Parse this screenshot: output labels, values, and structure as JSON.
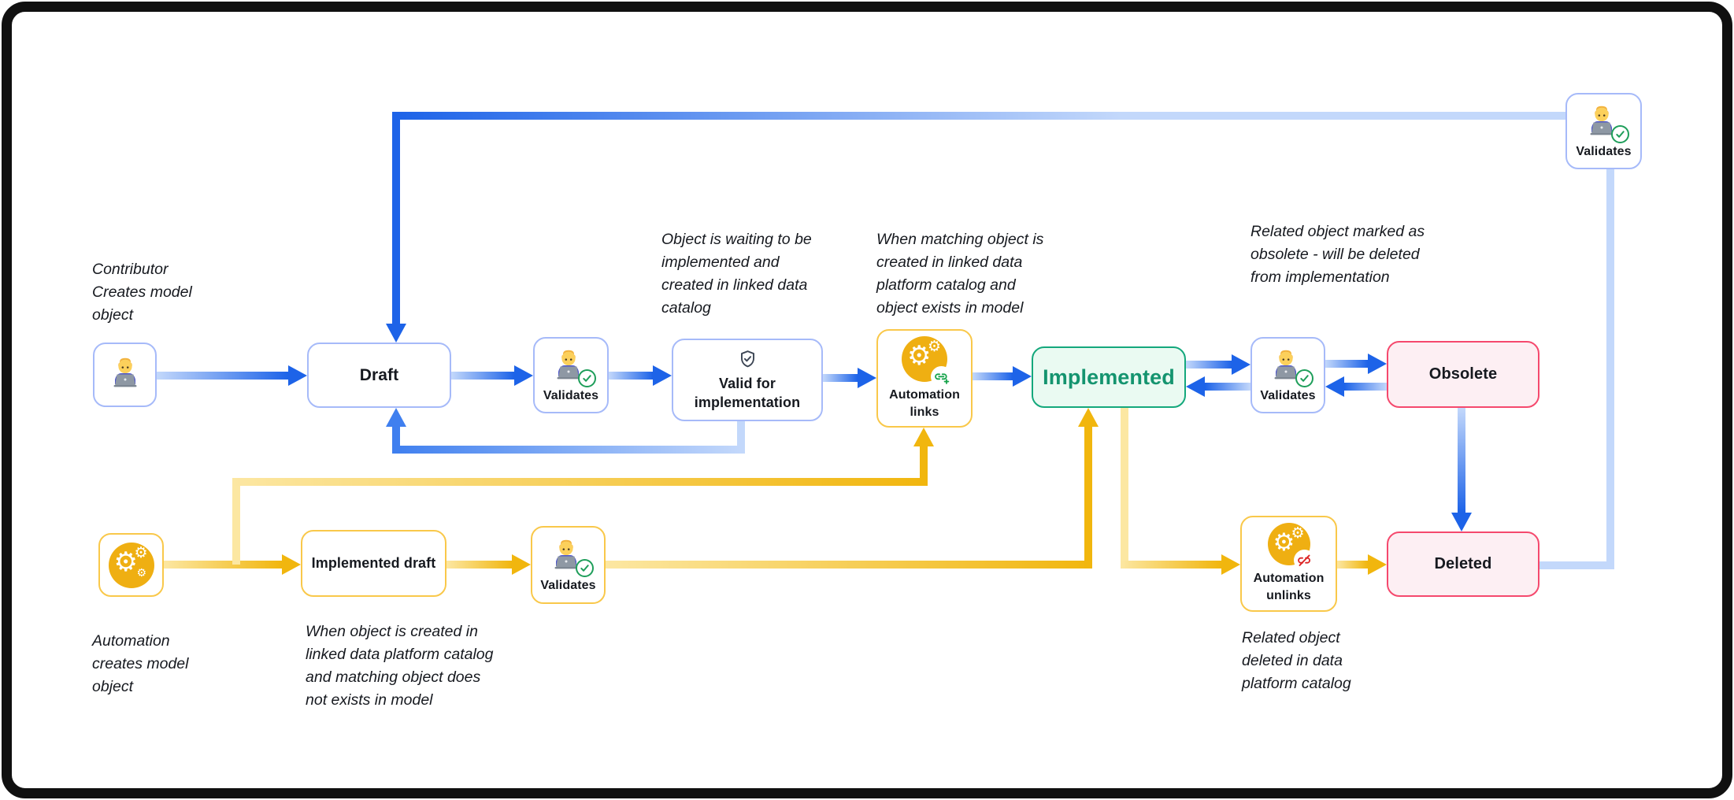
{
  "nodes": {
    "draft": "Draft",
    "validates": "Validates",
    "valid_for_implementation": "Valid for\nimplementation",
    "automation_links": "Automation\nlinks",
    "implemented": "Implemented",
    "obsolete": "Obsolete",
    "deleted": "Deleted",
    "implemented_draft": "Implemented draft",
    "automation_unlinks": "Automation\nunlinks"
  },
  "annotations": {
    "contributor_creates": "Contributor\nCreates model\nobject",
    "object_waiting": "Object is waiting to be\nimplemented and\ncreated in linked data\ncatalog",
    "when_matching": "When matching object is\ncreated in linked data\nplatform catalog  and\nobject exists in model",
    "related_marked": "Related object marked as\nobsolete - will be deleted\nfrom implementation",
    "automation_creates": "Automation\ncreates model\nobject",
    "when_object_created": "When object is created in\nlinked data platform catalog\n and matching object does\nnot exists in model",
    "related_deleted": "Related object\ndeleted in data\nplatform catalog"
  },
  "icons": {
    "contributor": "person-technologist-icon",
    "validates": "person-check-icon",
    "valid_for_implementation": "shield-check-icon",
    "automation_links": "gears-link-plus-icon",
    "automation_unlinks": "gears-link-slash-icon",
    "automation": "gears-icon"
  },
  "colors": {
    "blue_dark": "#1D63E8",
    "blue_mid": "#3F7FEF",
    "blue_light": "#C3D8FB",
    "blue_border": "#A6BAF9",
    "yellow_dark": "#F1B60E",
    "yellow_light": "#FCE7A2",
    "yellow_border": "#F9C84A",
    "yellow_icon": "#EFAF12",
    "green_border": "#14A87C",
    "green_bg": "#EAFAF2",
    "green_text": "#14946F",
    "pink_border": "#F5496D",
    "pink_bg": "#FDEFF3",
    "check_green": "#1E9E5A",
    "ink": "#16191F"
  }
}
